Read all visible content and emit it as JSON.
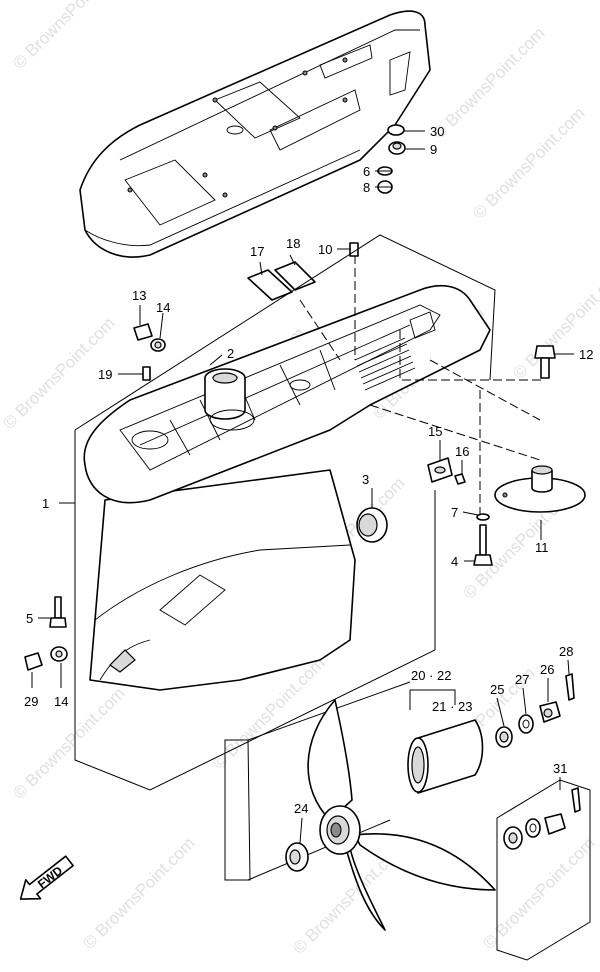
{
  "watermark": "© BrownsPoint.com",
  "direction_label": "FWD",
  "callouts": {
    "c1": "1",
    "c2": "2",
    "c3": "3",
    "c4": "4",
    "c5": "5",
    "c6": "6",
    "c7": "7",
    "c8": "8",
    "c9": "9",
    "c10": "10",
    "c11": "11",
    "c12": "12",
    "c13": "13",
    "c14a": "14",
    "c14b": "14",
    "c15": "15",
    "c16": "16",
    "c17": "17",
    "c18": "18",
    "c19": "19",
    "c20_22": "20 · 22",
    "c21_23": "21 · 23",
    "c24": "24",
    "c25": "25",
    "c26": "26",
    "c27": "27",
    "c28": "28",
    "c29": "29",
    "c30": "30",
    "c31": "31"
  }
}
